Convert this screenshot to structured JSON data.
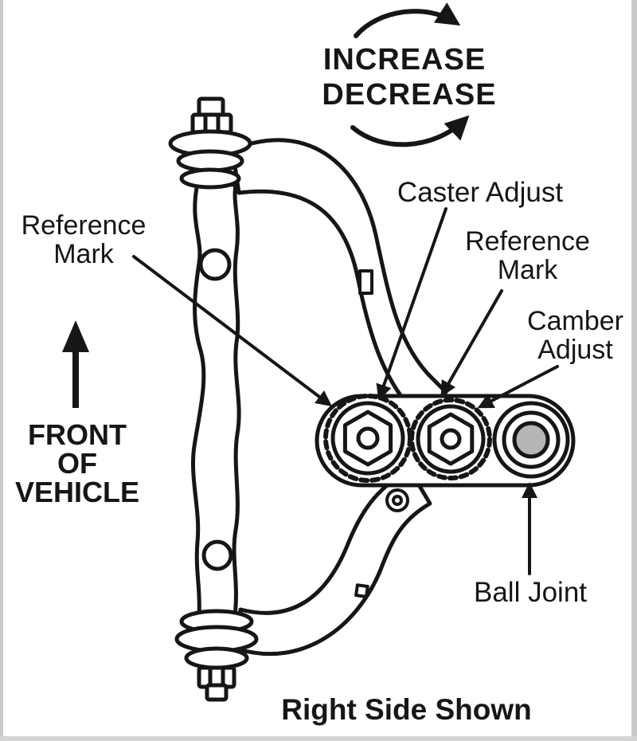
{
  "diagram": {
    "footer_caption": "Right Side Shown",
    "rotation": {
      "increase": "INCREASE",
      "decrease": "DECREASE"
    },
    "labels": {
      "caster_adjust": "Caster Adjust",
      "reference_mark_left": "Reference\nMark",
      "reference_mark_right": "Reference\nMark",
      "camber_adjust": "Camber\nAdjust",
      "front_of_vehicle": "FRONT\nOF\nVEHICLE",
      "ball_joint": "Ball Joint"
    },
    "icons": {
      "increase_arrow": "curved-arrow-right",
      "decrease_arrow": "curved-arrow-right",
      "front_arrow": "arrow-up",
      "ball_joint_arrow": "arrow-up",
      "leader_arrows": "straight-arrow"
    },
    "colors": {
      "line": "#161616",
      "background": "#ffffff",
      "ball_joint_fill": "#b5b5b5",
      "scan_edge": "#c9c9c9"
    }
  }
}
